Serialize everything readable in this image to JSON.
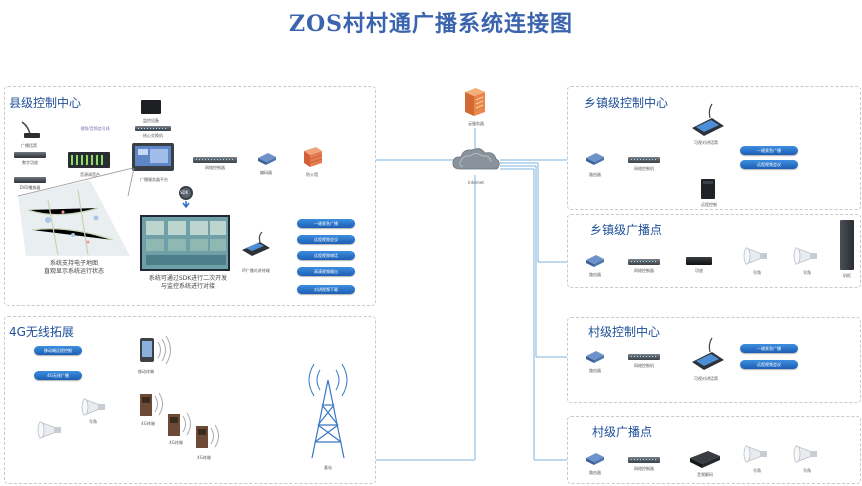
{
  "title": "ZOS村村通广播系统连接图",
  "panels": {
    "county": "县级控制中心",
    "wireless": "4G无线拓展",
    "town_control": "乡镇级控制中心",
    "town_broadcast": "乡镇级广播点",
    "village_control": "村级控制中心",
    "village_broadcast": "村级广播点"
  },
  "county": {
    "label_monitor": "监控设备",
    "label_switch_top": "核心交换机",
    "label_radio_device": "广播话筒",
    "label_amp": "数字功放",
    "label_dvd": "DVD播放器",
    "label_mixer": "音源调音台",
    "label_server": "广播服务器平台",
    "label_net_ctrl": "网络控制器",
    "label_encoder": "编码器",
    "label_firewall": "防火墙",
    "label_line": "视频/音频信号线",
    "sdk": "SDK",
    "map_caption_1": "系统支持电子地图",
    "map_caption_2": "直观显示系统运行状态",
    "video_caption_1": "系统可通过SDK进行二次开发",
    "video_caption_2": "与监控系统进行对接",
    "terminal_label": "IP广播对讲终端",
    "pills": [
      "一键紧急广播",
      "远程视频会议",
      "远程视频喊话",
      "高清视频输出",
      "对讲视频下载"
    ]
  },
  "center": {
    "cloud_server": "云服务器",
    "internet": "Internet",
    "base_station": "基站"
  },
  "wireless": {
    "pill1": "移动端远程控制",
    "pill2": "4G无线广播",
    "phone": "移动终端",
    "speaker": "号角",
    "terminal": "4G终端",
    "terminal2": "4G终端",
    "terminal3": "4G终端"
  },
  "town_control": {
    "router": "路由器",
    "net_ctrl": "网络控制机",
    "terminal": "可视对讲话筒",
    "pc": "远程控制",
    "pills": [
      "一键紧急广播",
      "远程视频会议"
    ]
  },
  "town_broadcast": {
    "router": "路由器",
    "net_ctrl": "网络控制器",
    "amp": "功放",
    "speaker1": "号角",
    "speaker2": "号角",
    "cabinet": "机柜"
  },
  "village_control": {
    "router": "路由器",
    "net_ctrl": "网络控制机",
    "terminal": "可视对讲话筒",
    "pills": [
      "一键紧急广播",
      "远程视频会议"
    ]
  },
  "village_broadcast": {
    "router": "路由器",
    "net_ctrl": "网络控制器",
    "amp": "音频解码",
    "speaker1": "号角",
    "speaker2": "号角"
  },
  "colors": {
    "title": "#3a64ad",
    "panel_title": "#1f4f99",
    "link": "#7fb3dd",
    "pill": "#1c5fb5"
  }
}
